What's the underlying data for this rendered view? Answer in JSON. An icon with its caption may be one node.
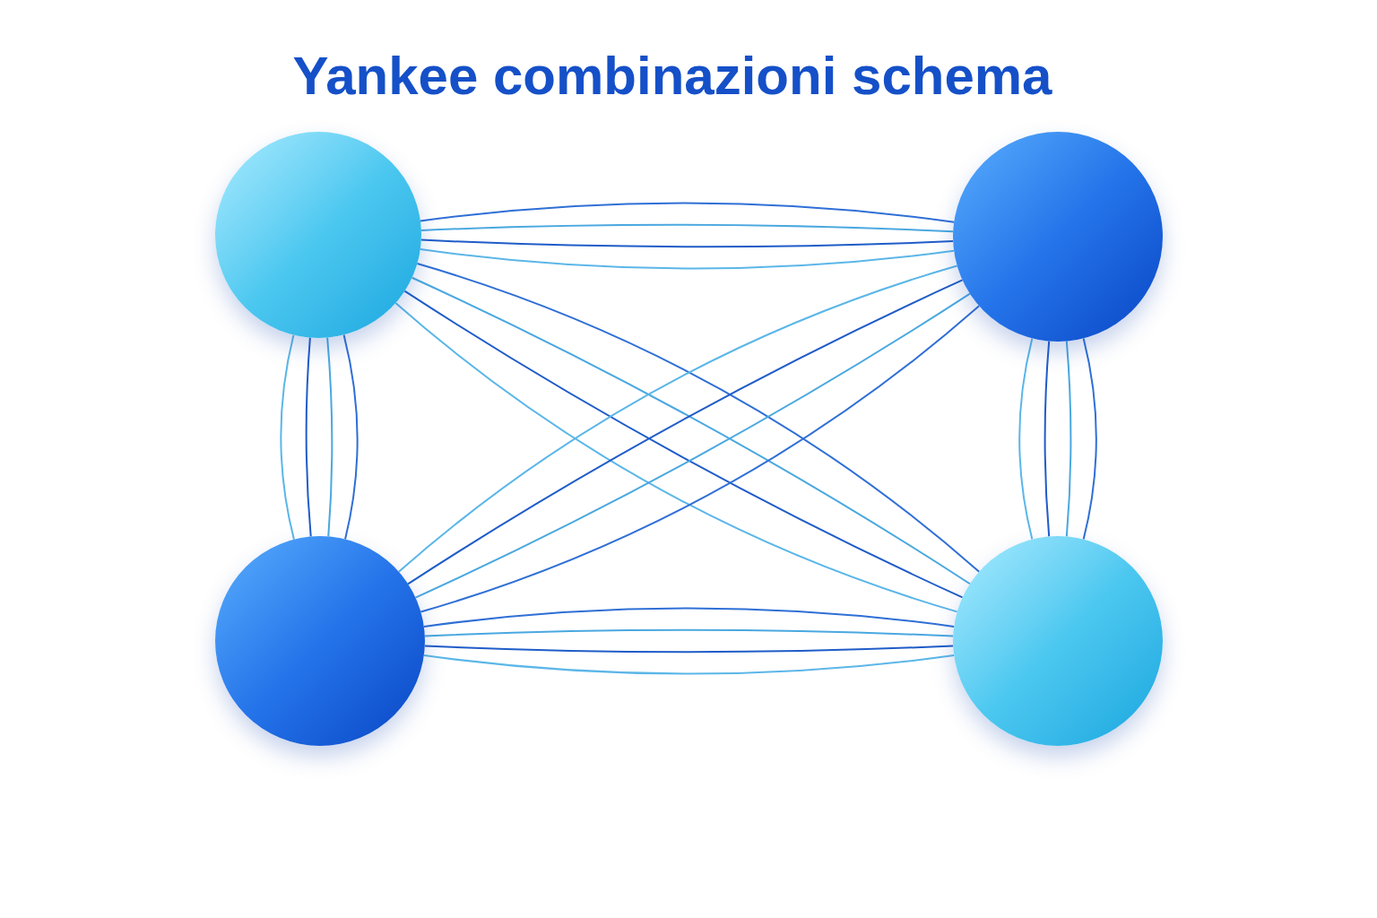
{
  "diagram": {
    "title": "Yankee combinazioni schema",
    "nodes": [
      {
        "text": [],
        "shape": "circle"
      },
      {
        "text": [],
        "shape": "circle"
      },
      {
        "text": [],
        "shape": "circle"
      },
      {
        "text": [],
        "shape": "circle"
      }
    ],
    "edges": [
      {
        "from": 0,
        "to": 1,
        "arrow": "none"
      },
      {
        "from": 0,
        "to": 1,
        "arrow": "none"
      },
      {
        "from": 0,
        "to": 1,
        "arrow": "none"
      },
      {
        "from": 0,
        "to": 1,
        "arrow": "none"
      },
      {
        "from": 2,
        "to": 3,
        "arrow": "none"
      },
      {
        "from": 2,
        "to": 3,
        "arrow": "none"
      },
      {
        "from": 2,
        "to": 3,
        "arrow": "none"
      },
      {
        "from": 2,
        "to": 3,
        "arrow": "none"
      },
      {
        "from": 0,
        "to": 2,
        "arrow": "none"
      },
      {
        "from": 0,
        "to": 2,
        "arrow": "none"
      },
      {
        "from": 0,
        "to": 2,
        "arrow": "none"
      },
      {
        "from": 0,
        "to": 2,
        "arrow": "none"
      },
      {
        "from": 1,
        "to": 3,
        "arrow": "none"
      },
      {
        "from": 1,
        "to": 3,
        "arrow": "none"
      },
      {
        "from": 1,
        "to": 3,
        "arrow": "none"
      },
      {
        "from": 1,
        "to": 3,
        "arrow": "none"
      },
      {
        "from": 0,
        "to": 3,
        "arrow": "none"
      },
      {
        "from": 0,
        "to": 3,
        "arrow": "none"
      },
      {
        "from": 0,
        "to": 3,
        "arrow": "none"
      },
      {
        "from": 0,
        "to": 3,
        "arrow": "none"
      },
      {
        "from": 1,
        "to": 2,
        "arrow": "none"
      },
      {
        "from": 1,
        "to": 2,
        "arrow": "none"
      },
      {
        "from": 1,
        "to": 2,
        "arrow": "none"
      },
      {
        "from": 1,
        "to": 2,
        "arrow": "none"
      }
    ]
  }
}
